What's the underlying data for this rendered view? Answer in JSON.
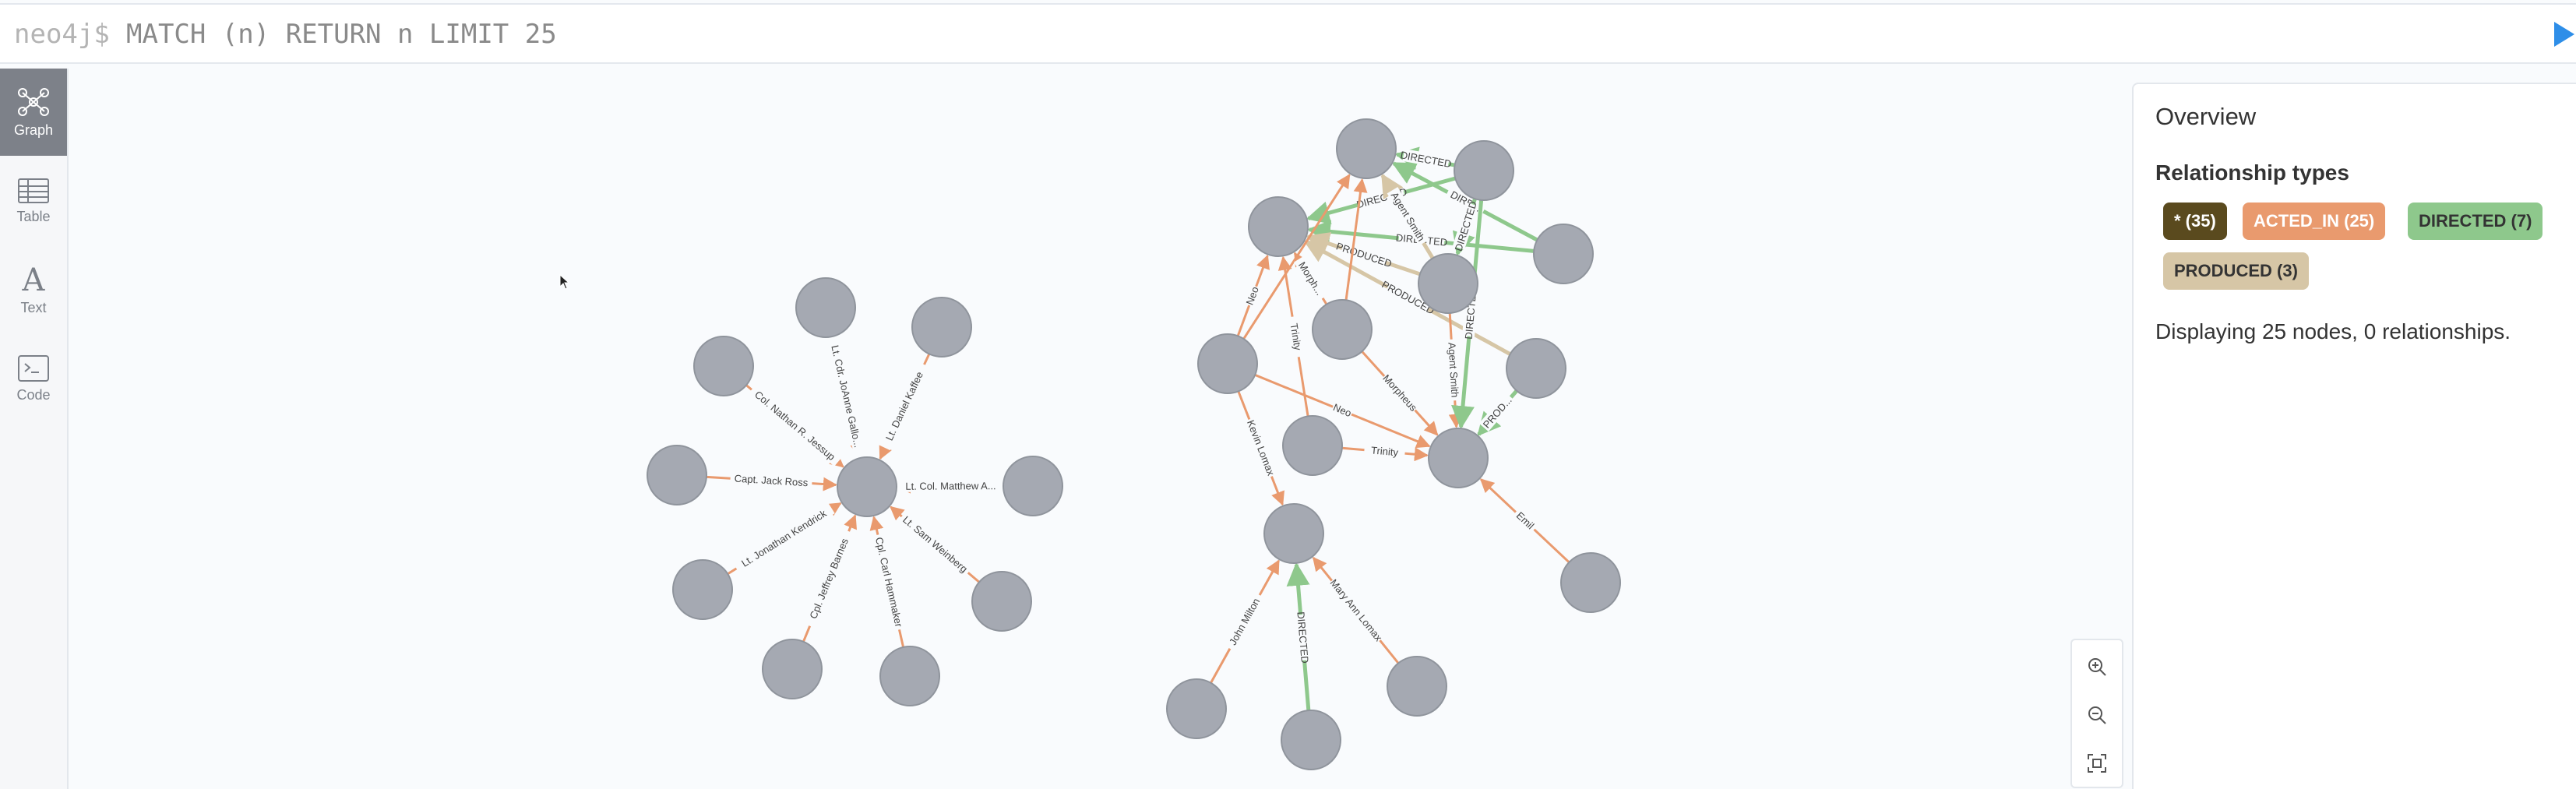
{
  "editor": {
    "prompt": "neo4j$",
    "query": "MATCH (n) RETURN n LIMIT 25"
  },
  "sidebar": {
    "items": [
      {
        "label": "Graph",
        "icon": "graph-icon"
      },
      {
        "label": "Table",
        "icon": "table-icon"
      },
      {
        "label": "Text",
        "icon": "text-icon"
      },
      {
        "label": "Code",
        "icon": "code-icon"
      }
    ]
  },
  "overview": {
    "title": "Overview",
    "relationship_heading": "Relationship types",
    "badges": [
      {
        "label": "* (35)",
        "color": "#5a4a1e",
        "text_color": "#ffffff"
      },
      {
        "label": "ACTED_IN (25)",
        "color": "#e99a6e",
        "text_color": "#ffffff"
      },
      {
        "label": "DIRECTED (7)",
        "color": "#8ec88c",
        "text_color": "#333333"
      },
      {
        "label": "PRODUCED (3)",
        "color": "#d6c6a6",
        "text_color": "#333333"
      }
    ],
    "summary": "Displaying 25 nodes, 0 relationships."
  },
  "colors": {
    "node_fill": "#a5a9b2",
    "node_stroke": "#8f949c",
    "acted_in": "#e99a6e",
    "directed": "#8ec88c",
    "produced": "#d6c6a6",
    "accent": "#2e8ee8"
  },
  "zoom_controls": [
    "zoom-in-icon",
    "zoom-out-icon",
    "fit-icon"
  ],
  "graph": {
    "nodes": [
      {
        "id": "a1"
      },
      {
        "id": "a2"
      },
      {
        "id": "a3"
      },
      {
        "id": "a4"
      },
      {
        "id": "a5"
      },
      {
        "id": "a6"
      },
      {
        "id": "a7"
      },
      {
        "id": "a8"
      },
      {
        "id": "a9"
      },
      {
        "id": "a10"
      },
      {
        "id": "a11"
      },
      {
        "id": "b1"
      },
      {
        "id": "b2"
      },
      {
        "id": "b3"
      },
      {
        "id": "b4"
      },
      {
        "id": "b5"
      },
      {
        "id": "b6"
      },
      {
        "id": "b7"
      },
      {
        "id": "b8"
      },
      {
        "id": "b9"
      },
      {
        "id": "b10"
      },
      {
        "id": "b11"
      },
      {
        "id": "c1"
      },
      {
        "id": "c2"
      },
      {
        "id": "c3"
      }
    ],
    "relationships": [
      {
        "source": "a2",
        "target": "a1",
        "type": "ACTED_IN",
        "label": "Lt. Cdr. JoAnne Gallo..."
      },
      {
        "source": "a3",
        "target": "a1",
        "type": "ACTED_IN",
        "label": "Lt. Daniel Kaffee"
      },
      {
        "source": "a4",
        "target": "a1",
        "type": "ACTED_IN",
        "label": "Col. Nathan R. Jessup"
      },
      {
        "source": "a5",
        "target": "a1",
        "type": "ACTED_IN",
        "label": "Capt. Jack Ross"
      },
      {
        "source": "a6",
        "target": "a1",
        "type": "ACTED_IN",
        "label": "Lt. Col. Matthew A..."
      },
      {
        "source": "a7",
        "target": "a1",
        "type": "ACTED_IN",
        "label": "Lt. Jonathan Kendrick"
      },
      {
        "source": "a8",
        "target": "a1",
        "type": "ACTED_IN",
        "label": "Lt. Sam Weinberg"
      },
      {
        "source": "a9",
        "target": "a1",
        "type": "ACTED_IN",
        "label": "Cpl. Jeffrey Barnes"
      },
      {
        "source": "a10",
        "target": "a1",
        "type": "ACTED_IN",
        "label": "Cpl. Carl Hammaker"
      },
      {
        "source": "b5",
        "target": "b1",
        "type": "DIRECTED",
        "label": "DIRE..."
      },
      {
        "source": "b5",
        "target": "b2",
        "type": "DIRECTED",
        "label": "DIRECTED"
      },
      {
        "source": "b3",
        "target": "b1",
        "type": "DIRECTED",
        "label": "DIRECTED"
      },
      {
        "source": "b3",
        "target": "b2",
        "type": "DIRECTED",
        "label": "DIRECTED"
      },
      {
        "source": "b3",
        "target": "b4",
        "type": "DIRECTED",
        "label": "DIRECTED"
      },
      {
        "source": "b4",
        "target": "b1",
        "type": "PRODUCED",
        "label": "Agent Smith"
      },
      {
        "source": "b4",
        "target": "b2",
        "type": "PRODUCED",
        "label": "PRODUCED"
      },
      {
        "source": "b8",
        "target": "b2",
        "type": "PRODUCED",
        "label": "PRODUCED"
      },
      {
        "source": "b6",
        "target": "b2",
        "type": "ACTED_IN",
        "label": "Neo"
      },
      {
        "source": "b6",
        "target": "b1",
        "type": "ACTED_IN",
        "label": ""
      },
      {
        "source": "b7",
        "target": "b1",
        "type": "ACTED_IN",
        "label": ""
      },
      {
        "source": "b7",
        "target": "b2",
        "type": "ACTED_IN",
        "label": "Morph..."
      },
      {
        "source": "b7",
        "target": "b10",
        "type": "ACTED_IN",
        "label": "Morpheus"
      },
      {
        "source": "b9",
        "target": "b2",
        "type": "ACTED_IN",
        "label": "Trinity"
      },
      {
        "source": "b9",
        "target": "b10",
        "type": "ACTED_IN",
        "label": "Trinity"
      },
      {
        "source": "b6",
        "target": "b10",
        "type": "ACTED_IN",
        "label": "Neo"
      },
      {
        "source": "b4",
        "target": "b10",
        "type": "ACTED_IN",
        "label": "Agent Smith"
      },
      {
        "source": "b3",
        "target": "b10",
        "type": "DIRECTED",
        "label": "DIRECTED"
      },
      {
        "source": "b8",
        "target": "b10",
        "type": "DIRECTED",
        "label": "PROD..."
      },
      {
        "source": "b11",
        "target": "b10",
        "type": "ACTED_IN",
        "label": "Emil"
      },
      {
        "source": "b6",
        "target": "c1",
        "type": "ACTED_IN",
        "label": "Kevin Lomax"
      },
      {
        "source": "c2",
        "target": "c1",
        "type": "ACTED_IN",
        "label": "John Milton"
      },
      {
        "source": "c3",
        "target": "c1",
        "type": "DIRECTED",
        "label": "DIRECTED"
      },
      {
        "source": "a11",
        "target": "c1",
        "type": "ACTED_IN",
        "label": "Mary Ann Lomax"
      }
    ]
  }
}
